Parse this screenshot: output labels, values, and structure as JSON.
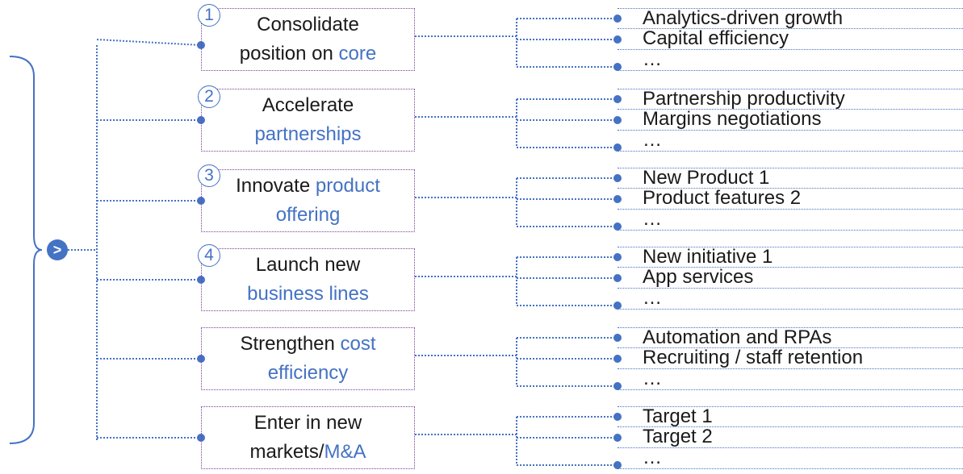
{
  "strategy": {
    "pillars": [
      {
        "number": "1",
        "line1": [
          {
            "text": "Consolidate",
            "accent": false
          }
        ],
        "line2": [
          {
            "text": "position on ",
            "accent": false
          },
          {
            "text": "core",
            "accent": true
          }
        ],
        "items": [
          "Analytics-driven growth",
          "Capital efficiency",
          "…"
        ]
      },
      {
        "number": "2",
        "line1": [
          {
            "text": "Accelerate",
            "accent": false
          }
        ],
        "line2": [
          {
            "text": "partnerships",
            "accent": true
          }
        ],
        "items": [
          "Partnership productivity",
          "Margins negotiations",
          "…"
        ]
      },
      {
        "number": "3",
        "line1": [
          {
            "text": "Innovate ",
            "accent": false
          },
          {
            "text": "product",
            "accent": true
          }
        ],
        "line2": [
          {
            "text": "offering",
            "accent": true
          }
        ],
        "items": [
          "New Product 1",
          "Product features 2",
          "…"
        ]
      },
      {
        "number": "4",
        "line1": [
          {
            "text": "Launch new",
            "accent": false
          }
        ],
        "line2": [
          {
            "text": "business lines",
            "accent": true
          }
        ],
        "items": [
          "New initiative 1",
          "App services",
          "…"
        ]
      },
      {
        "number": "",
        "line1": [
          {
            "text": "Strengthen ",
            "accent": false
          },
          {
            "text": "cost",
            "accent": true
          }
        ],
        "line2": [
          {
            "text": "efficiency",
            "accent": true
          }
        ],
        "items": [
          "Automation and RPAs",
          "Recruiting / staff retention",
          "…"
        ]
      },
      {
        "number": "",
        "line1": [
          {
            "text": "Enter in new",
            "accent": false
          }
        ],
        "line2": [
          {
            "text": "markets/",
            "accent": false
          },
          {
            "text": "M&A",
            "accent": true
          }
        ],
        "items": [
          "Target 1",
          "Target 2",
          "…"
        ]
      }
    ],
    "expand_icon": "chevron-right-icon",
    "colors": {
      "accent": "#4472c4",
      "box_border": "#7b3f98",
      "text": "#1a1a1a"
    }
  }
}
